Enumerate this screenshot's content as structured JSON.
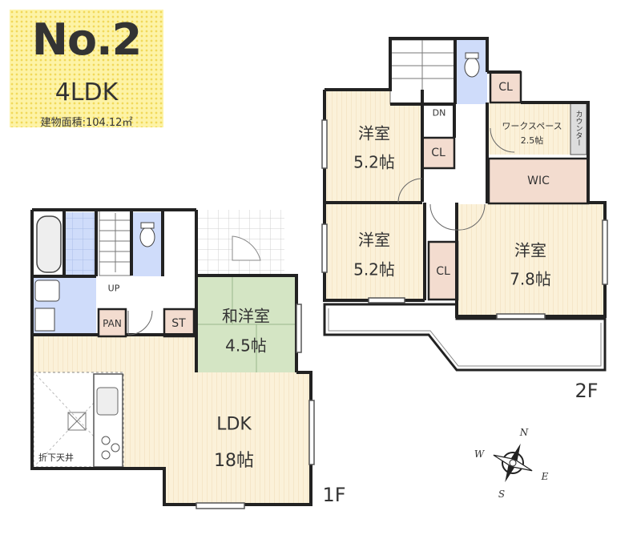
{
  "header": {
    "number": "No.2",
    "layout_type": "4LDK",
    "building_area": "建物面積:104.12㎡"
  },
  "floor1": {
    "label": "1F",
    "rooms": {
      "ldk_name": "LDK",
      "ldk_size": "18帖",
      "washitsu_name": "和洋室",
      "washitsu_size": "4.5帖",
      "pantry": "PAN",
      "storage": "ST",
      "stairs_up": "UP",
      "ceiling_note": "折下天井"
    }
  },
  "floor2": {
    "label": "2F",
    "rooms": {
      "room_a_name": "洋室",
      "room_a_size": "5.2帖",
      "room_b_name": "洋室",
      "room_b_size": "5.2帖",
      "room_c_name": "洋室",
      "room_c_size": "7.8帖",
      "closet_1": "CL",
      "closet_2": "CL",
      "closet_3": "CL",
      "walk_in_closet": "WIC",
      "workspace_name": "ワークスペース",
      "workspace_size": "2.5帖",
      "counter": "カウンター",
      "stairs_down": "DN"
    }
  },
  "compass": {
    "north": "N",
    "south": "S",
    "east": "E",
    "west": "W"
  },
  "colors": {
    "wood_floor": "#fbf1d9",
    "tatami": "#d4e5c4",
    "water": "#cfdcfa",
    "closet": "#f3dccf",
    "wall": "#222222",
    "badge": "#fdf3a6"
  }
}
